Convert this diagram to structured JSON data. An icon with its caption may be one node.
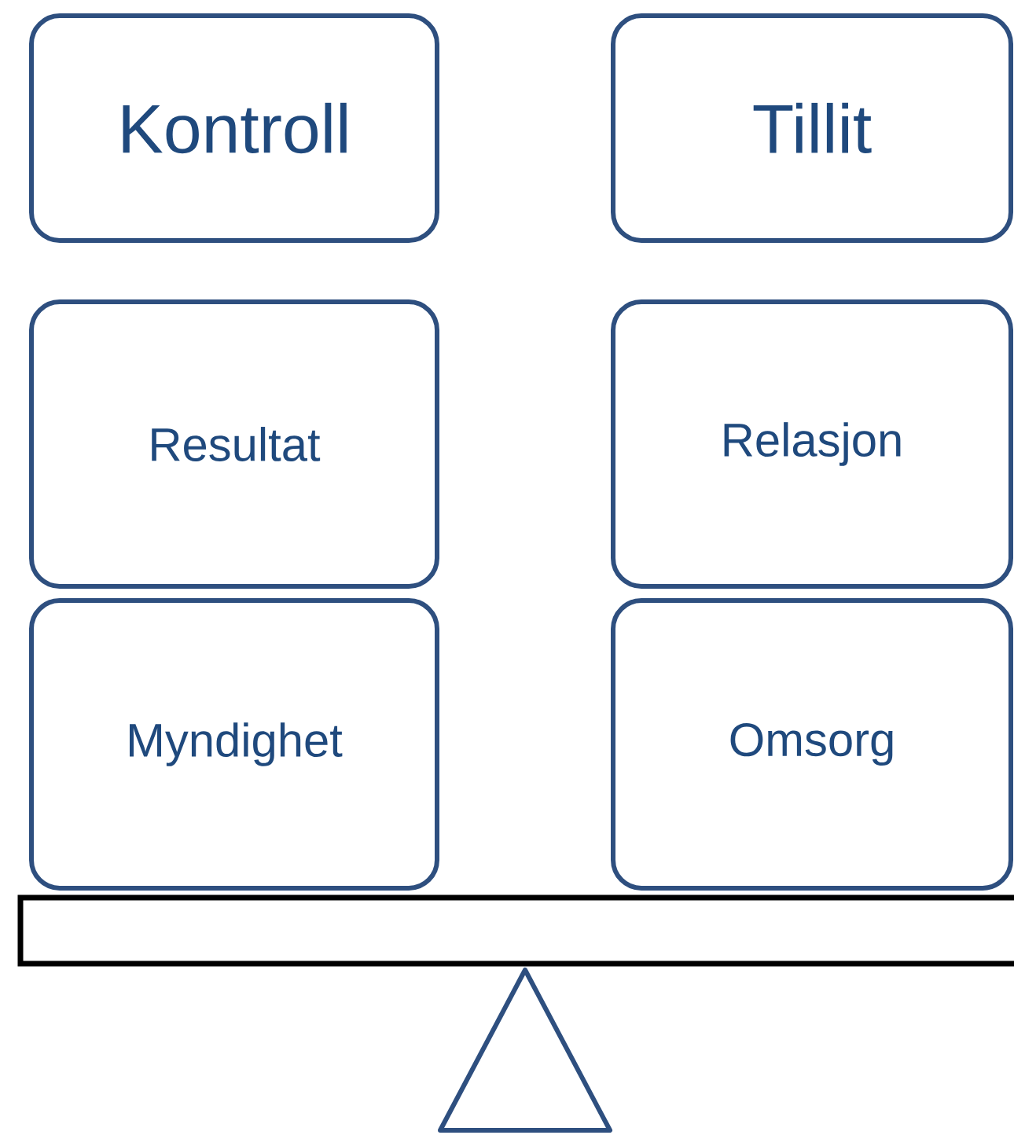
{
  "diagram": {
    "nodes": [
      {
        "text": [
          "Kontroll"
        ]
      },
      {
        "text": [
          "Tillit"
        ]
      },
      {
        "text": [
          "Resultat"
        ]
      },
      {
        "text": [
          "Relasjon"
        ]
      },
      {
        "text": [
          "Myndighet"
        ]
      },
      {
        "text": [
          "Omsorg"
        ]
      }
    ],
    "edges": []
  }
}
